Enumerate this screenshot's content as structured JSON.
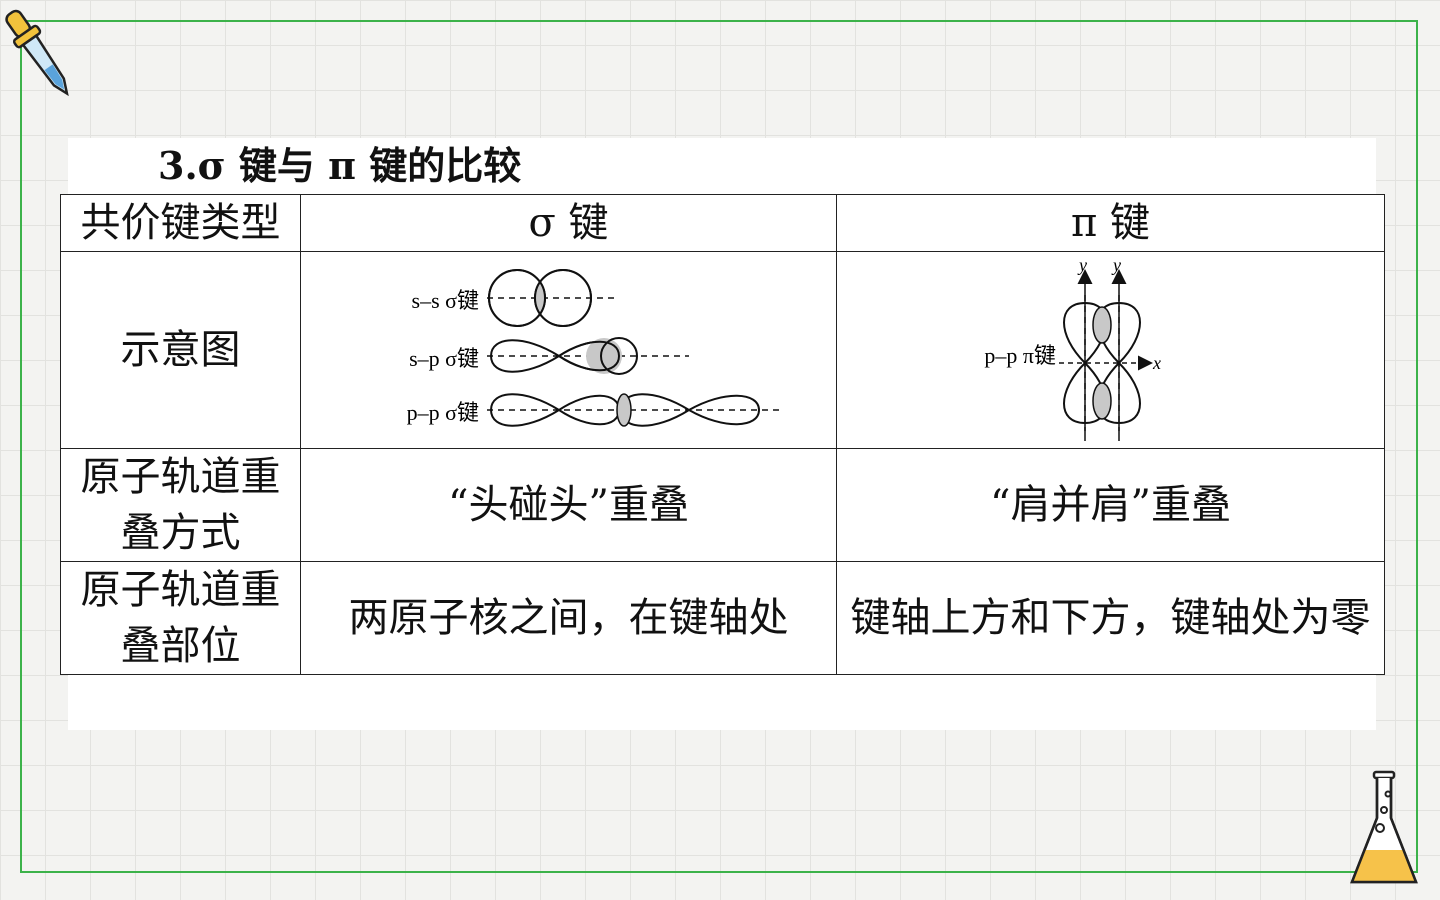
{
  "title": "3.σ 键与 π 键的比较",
  "table": {
    "header": {
      "col0": "共价键类型",
      "col1": "σ 键",
      "col2": "π 键"
    },
    "rows": [
      {
        "label": "示意图"
      },
      {
        "label": "原子轨道重叠方式",
        "sigma": "“头碰头”重叠",
        "pi": "“肩并肩”重叠"
      },
      {
        "label": "原子轨道重叠部位",
        "sigma": "两原子核之间，在键轴处",
        "pi": "键轴上方和下方，键轴处为零"
      }
    ]
  },
  "diagram": {
    "ss_label": "s–s σ键",
    "sp_label": "s–p σ键",
    "pp_sigma_label": "p–p σ键",
    "pp_pi_label": "p–p π键",
    "axis_y1": "y",
    "axis_y2": "y",
    "axis_x": "x"
  },
  "colors": {
    "frame": "#3cb24a",
    "overlap": "#c8c8c8",
    "flask_liquid": "#f6c24a"
  },
  "icons": [
    "dropper-icon",
    "flask-icon"
  ]
}
